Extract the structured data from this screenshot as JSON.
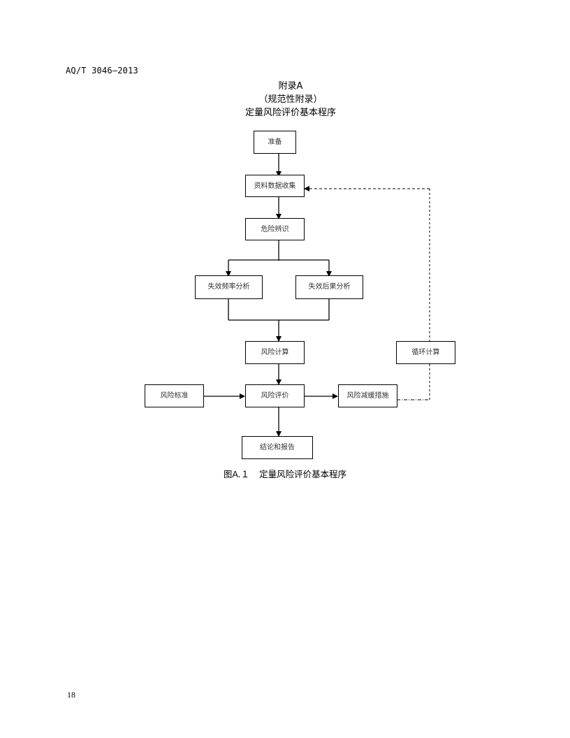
{
  "header": {
    "standard_number": "AQ/T 3046—2013"
  },
  "appendix": {
    "title": "附录A",
    "subtitle": "（规范性附录）",
    "heading": "定量风险评价基本程序"
  },
  "flowchart": {
    "nodes": {
      "prepare": "准备",
      "data_collection": "资料数据收集",
      "hazard_identification": "危险辨识",
      "failure_frequency": "失效频率分析",
      "failure_consequence": "失效后果分析",
      "risk_calculation": "风险计算",
      "loop_calculation": "循环计算",
      "risk_criteria": "风险标准",
      "risk_evaluation": "风险评价",
      "risk_mitigation": "风险减缓措施",
      "conclusion_report": "结论和报告"
    }
  },
  "figure_caption": {
    "number": "图A.１",
    "text": "定量风险评价基本程序"
  },
  "footer": {
    "page_number": "18"
  }
}
